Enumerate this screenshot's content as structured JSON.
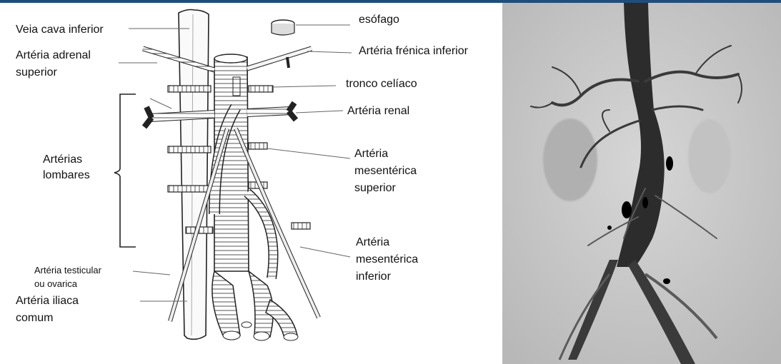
{
  "labels": {
    "veia_cava_inferior": "Veia cava inferior",
    "arteria_adrenal_superior_1": "Artéria adrenal",
    "arteria_adrenal_superior_2": "superior",
    "arterias_lombares_1": "Artérias",
    "arterias_lombares_2": "lombares",
    "arteria_testicular_1": "Artéria testicular",
    "arteria_testicular_2": "ou ovarica",
    "arteria_iliaca_1": "Artéria iliaca",
    "arteria_iliaca_2": "comum",
    "esofago": "esófago",
    "arteria_frenica_inferior": "Artéria frénica inferior",
    "tronco_celiaco": "tronco celíaco",
    "arteria_renal": "Artéria renal",
    "arteria_mesenterica_superior_1": "Artéria",
    "arteria_mesenterica_superior_2": "mesentérica",
    "arteria_mesenterica_superior_3": "superior",
    "arteria_mesenterica_inferior_1": "Artéria",
    "arteria_mesenterica_inferior_2": "mesentérica",
    "arteria_mesenterica_inferior_3": "inferior"
  },
  "colors": {
    "header_bar": "#1f4e79",
    "xray_background": "#cfcfcf",
    "contrast_vessel": "#2c2c2c"
  }
}
